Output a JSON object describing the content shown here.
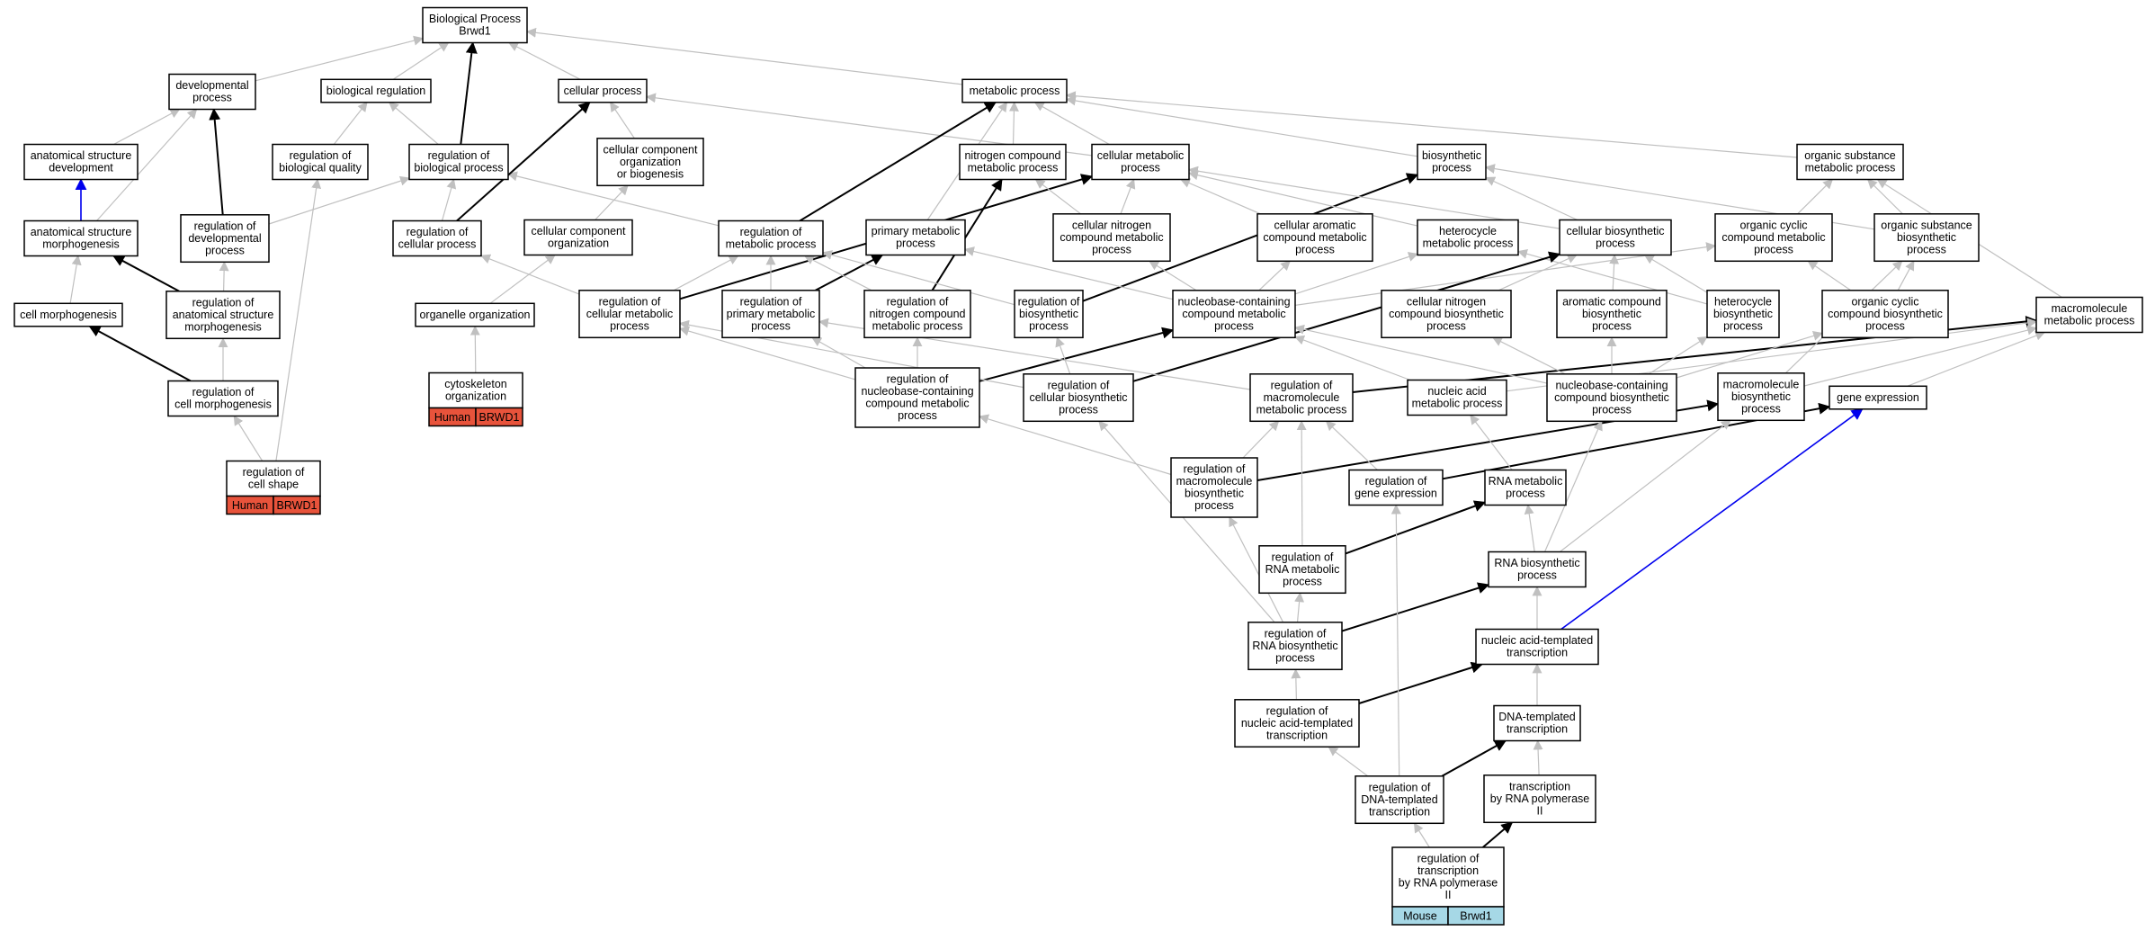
{
  "colors": {
    "edge_default": "#c0c0c0",
    "edge_highlight": "#000000",
    "edge_blue": "#0000ee",
    "human_tag": "#e8533b",
    "mouse_tag": "#a6d8e6"
  },
  "nodes": {
    "bp_root": [
      "Biological Process",
      "Brwd1"
    ],
    "developmental_process": [
      "developmental",
      "process"
    ],
    "biological_regulation": [
      "biological regulation"
    ],
    "cellular_process": [
      "cellular process"
    ],
    "metabolic_process": [
      "metabolic process"
    ],
    "anatomical_structure_development": [
      "anatomical structure",
      "development"
    ],
    "regulation_of_biological_quality": [
      "regulation of",
      "biological quality"
    ],
    "regulation_of_biological_process": [
      "regulation of",
      "biological process"
    ],
    "cellular_component_organization_or_biogenesis": [
      "cellular component",
      "organization",
      "or biogenesis"
    ],
    "nitrogen_compound_metabolic_process": [
      "nitrogen compound",
      "metabolic process"
    ],
    "cellular_metabolic_process": [
      "cellular metabolic",
      "process"
    ],
    "biosynthetic_process": [
      "biosynthetic",
      "process"
    ],
    "organic_substance_metabolic_process": [
      "organic substance",
      "metabolic process"
    ],
    "anatomical_structure_morphogenesis": [
      "anatomical structure",
      "morphogenesis"
    ],
    "regulation_of_developmental_process": [
      "regulation of",
      "developmental",
      "process"
    ],
    "regulation_of_cellular_process": [
      "regulation of",
      "cellular process"
    ],
    "cellular_component_organization": [
      "cellular component",
      "organization"
    ],
    "regulation_of_metabolic_process": [
      "regulation of",
      "metabolic process"
    ],
    "primary_metabolic_process": [
      "primary metabolic",
      "process"
    ],
    "cellular_nitrogen_compound_metabolic_process": [
      "cellular nitrogen",
      "compound metabolic",
      "process"
    ],
    "cellular_aromatic_compound_metabolic_process": [
      "cellular aromatic",
      "compound metabolic",
      "process"
    ],
    "heterocycle_metabolic_process": [
      "heterocycle",
      "metabolic process"
    ],
    "cellular_biosynthetic_process": [
      "cellular biosynthetic",
      "process"
    ],
    "organic_cyclic_compound_metabolic_process": [
      "organic cyclic",
      "compound metabolic",
      "process"
    ],
    "organic_substance_biosynthetic_process": [
      "organic substance",
      "biosynthetic",
      "process"
    ],
    "cell_morphogenesis": [
      "cell morphogenesis"
    ],
    "regulation_of_anatomical_structure_morphogenesis": [
      "regulation of",
      "anatomical structure",
      "morphogenesis"
    ],
    "organelle_organization": [
      "organelle organization"
    ],
    "regulation_of_cellular_metabolic_process": [
      "regulation of",
      "cellular metabolic",
      "process"
    ],
    "regulation_of_primary_metabolic_process": [
      "regulation of",
      "primary metabolic",
      "process"
    ],
    "regulation_of_nitrogen_compound_metabolic_process": [
      "regulation of",
      "nitrogen compound",
      "metabolic process"
    ],
    "regulation_of_biosynthetic_process": [
      "regulation of",
      "biosynthetic",
      "process"
    ],
    "nucleobase_containing_compound_metabolic_process": [
      "nucleobase-containing",
      "compound metabolic",
      "process"
    ],
    "cellular_nitrogen_compound_biosynthetic_process": [
      "cellular nitrogen",
      "compound biosynthetic",
      "process"
    ],
    "aromatic_compound_biosynthetic_process": [
      "aromatic compound",
      "biosynthetic",
      "process"
    ],
    "heterocycle_biosynthetic_process": [
      "heterocycle",
      "biosynthetic",
      "process"
    ],
    "organic_cyclic_compound_biosynthetic_process": [
      "organic cyclic",
      "compound biosynthetic",
      "process"
    ],
    "macromolecule_metabolic_process": [
      "macromolecule",
      "metabolic process"
    ],
    "regulation_of_cell_morphogenesis": [
      "regulation of",
      "cell morphogenesis"
    ],
    "cytoskeleton_organization": [
      "cytoskeleton",
      "organization"
    ],
    "regulation_of_nucleobase_containing_compound_metabolic_process": [
      "regulation of",
      "nucleobase-containing",
      "compound metabolic",
      "process"
    ],
    "regulation_of_cellular_biosynthetic_process": [
      "regulation of",
      "cellular biosynthetic",
      "process"
    ],
    "regulation_of_macromolecule_metabolic_process": [
      "regulation of",
      "macromolecule",
      "metabolic process"
    ],
    "nucleic_acid_metabolic_process": [
      "nucleic acid",
      "metabolic process"
    ],
    "nucleobase_containing_compound_biosynthetic_process": [
      "nucleobase-containing",
      "compound biosynthetic",
      "process"
    ],
    "macromolecule_biosynthetic_process": [
      "macromolecule",
      "biosynthetic",
      "process"
    ],
    "gene_expression": [
      "gene expression"
    ],
    "regulation_of_cell_shape": [
      "regulation of",
      "cell shape"
    ],
    "regulation_of_macromolecule_biosynthetic_process": [
      "regulation of",
      "macromolecule",
      "biosynthetic",
      "process"
    ],
    "regulation_of_gene_expression": [
      "regulation of",
      "gene expression"
    ],
    "rna_metabolic_process": [
      "RNA metabolic",
      "process"
    ],
    "regulation_of_rna_metabolic_process": [
      "regulation of",
      "RNA metabolic",
      "process"
    ],
    "rna_biosynthetic_process": [
      "RNA biosynthetic",
      "process"
    ],
    "regulation_of_rna_biosynthetic_process": [
      "regulation of",
      "RNA biosynthetic",
      "process"
    ],
    "nucleic_acid_templated_transcription": [
      "nucleic acid-templated",
      "transcription"
    ],
    "regulation_of_nucleic_acid_templated_transcription": [
      "regulation of",
      "nucleic acid-templated",
      "transcription"
    ],
    "dna_templated_transcription": [
      "DNA-templated",
      "transcription"
    ],
    "regulation_of_dna_templated_transcription": [
      "regulation of",
      "DNA-templated",
      "transcription"
    ],
    "transcription_by_rna_polymerase_ii": [
      "transcription",
      "by RNA polymerase",
      "II"
    ],
    "regulation_of_transcription_by_rna_polymerase_ii": [
      "regulation of",
      "transcription",
      "by RNA polymerase",
      "II"
    ]
  },
  "annotations": {
    "cytoskeleton_organization": [
      "Human",
      "BRWD1"
    ],
    "regulation_of_cell_shape": [
      "Human",
      "BRWD1"
    ],
    "regulation_of_transcription_by_rna_polymerase_ii": [
      "Mouse",
      "Brwd1"
    ]
  }
}
